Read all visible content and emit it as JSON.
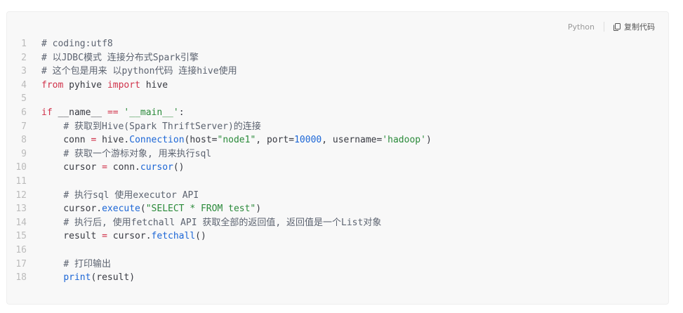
{
  "toolbar": {
    "language": "Python",
    "copy_label": "复制代码",
    "copy_icon": "copy-icon"
  },
  "colors": {
    "background": "#f8f8f8",
    "border": "#eeeeee",
    "keyword": "#d0324a",
    "string": "#2a8a3a",
    "number": "#1c66d6",
    "function": "#1c66d6",
    "comment": "#5c6370",
    "line_number": "#bbbbbb"
  },
  "code": {
    "lines": [
      {
        "number": "1",
        "tokens": [
          {
            "t": "comment",
            "v": "# coding:utf8"
          }
        ]
      },
      {
        "number": "2",
        "tokens": [
          {
            "t": "comment",
            "v": "# 以JDBC模式 连接分布式Spark引擎"
          }
        ]
      },
      {
        "number": "3",
        "tokens": [
          {
            "t": "comment",
            "v": "# 这个包是用来 以python代码 连接hive使用"
          }
        ]
      },
      {
        "number": "4",
        "tokens": [
          {
            "t": "keyword",
            "v": "from"
          },
          {
            "t": "plain",
            "v": " pyhive "
          },
          {
            "t": "keyword",
            "v": "import"
          },
          {
            "t": "plain",
            "v": " hive"
          }
        ]
      },
      {
        "number": "5",
        "tokens": []
      },
      {
        "number": "6",
        "tokens": [
          {
            "t": "keyword",
            "v": "if"
          },
          {
            "t": "plain",
            "v": " __name__ "
          },
          {
            "t": "op",
            "v": "=="
          },
          {
            "t": "plain",
            "v": " "
          },
          {
            "t": "string",
            "v": "'__main__'"
          },
          {
            "t": "plain",
            "v": ":"
          }
        ]
      },
      {
        "number": "7",
        "tokens": [
          {
            "t": "plain",
            "v": "    "
          },
          {
            "t": "comment",
            "v": "# 获取到Hive(Spark ThriftServer)的连接"
          }
        ]
      },
      {
        "number": "8",
        "tokens": [
          {
            "t": "plain",
            "v": "    conn "
          },
          {
            "t": "op",
            "v": "="
          },
          {
            "t": "plain",
            "v": " hive."
          },
          {
            "t": "func",
            "v": "Connection"
          },
          {
            "t": "plain",
            "v": "(host="
          },
          {
            "t": "string",
            "v": "\"node1\""
          },
          {
            "t": "plain",
            "v": ", port="
          },
          {
            "t": "number",
            "v": "10000"
          },
          {
            "t": "plain",
            "v": ", username="
          },
          {
            "t": "string",
            "v": "'hadoop'"
          },
          {
            "t": "plain",
            "v": ")"
          }
        ]
      },
      {
        "number": "9",
        "tokens": [
          {
            "t": "plain",
            "v": "    "
          },
          {
            "t": "comment",
            "v": "# 获取一个游标对象, 用来执行sql"
          }
        ]
      },
      {
        "number": "10",
        "tokens": [
          {
            "t": "plain",
            "v": "    cursor "
          },
          {
            "t": "op",
            "v": "="
          },
          {
            "t": "plain",
            "v": " conn."
          },
          {
            "t": "func",
            "v": "cursor"
          },
          {
            "t": "plain",
            "v": "()"
          }
        ]
      },
      {
        "number": "11",
        "tokens": []
      },
      {
        "number": "12",
        "tokens": [
          {
            "t": "plain",
            "v": "    "
          },
          {
            "t": "comment",
            "v": "# 执行sql 使用executor API"
          }
        ]
      },
      {
        "number": "13",
        "tokens": [
          {
            "t": "plain",
            "v": "    cursor."
          },
          {
            "t": "func",
            "v": "execute"
          },
          {
            "t": "plain",
            "v": "("
          },
          {
            "t": "string",
            "v": "\"SELECT * FROM test\""
          },
          {
            "t": "plain",
            "v": ")"
          }
        ]
      },
      {
        "number": "14",
        "tokens": [
          {
            "t": "plain",
            "v": "    "
          },
          {
            "t": "comment",
            "v": "# 执行后, 使用fetchall API 获取全部的返回值, 返回值是一个List对象"
          }
        ]
      },
      {
        "number": "15",
        "tokens": [
          {
            "t": "plain",
            "v": "    result "
          },
          {
            "t": "op",
            "v": "="
          },
          {
            "t": "plain",
            "v": " cursor."
          },
          {
            "t": "func",
            "v": "fetchall"
          },
          {
            "t": "plain",
            "v": "()"
          }
        ]
      },
      {
        "number": "16",
        "tokens": []
      },
      {
        "number": "17",
        "tokens": [
          {
            "t": "plain",
            "v": "    "
          },
          {
            "t": "comment",
            "v": "# 打印输出"
          }
        ]
      },
      {
        "number": "18",
        "tokens": [
          {
            "t": "plain",
            "v": "    "
          },
          {
            "t": "func",
            "v": "print"
          },
          {
            "t": "plain",
            "v": "(result)"
          }
        ]
      }
    ]
  }
}
